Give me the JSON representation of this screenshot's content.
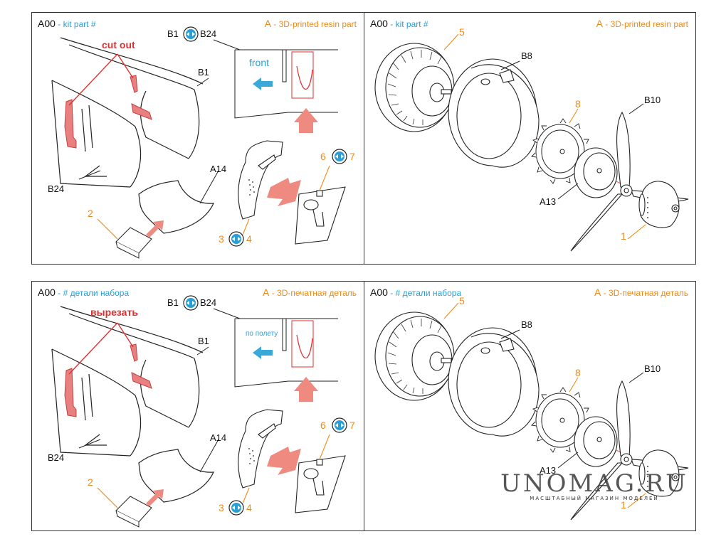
{
  "panels": [
    {
      "header_code": "A00",
      "header_kit": " - kit part #",
      "header_res_code": "A",
      "header_res": " - 3D-printed resin part",
      "cut_label": "cut out",
      "dir_label": "front",
      "labels": {
        "b1b24_left": "B1",
        "b1b24_right": "B24",
        "b1": "B1",
        "b24": "B24",
        "a14": "A14",
        "n2": "2",
        "n3": "3",
        "n4": "4",
        "n6": "6",
        "n7": "7"
      }
    },
    {
      "header_code": "A00",
      "header_kit": " - kit part #",
      "header_res_code": "A",
      "header_res": " - 3D-printed resin part",
      "labels": {
        "n5": "5",
        "b8": "B8",
        "n8": "8",
        "b10": "B10",
        "a13": "A13",
        "n1": "1"
      }
    },
    {
      "header_code": "A00",
      "header_kit": " - # детали набора",
      "header_res_code": "A",
      "header_res": " - 3D-печатная деталь",
      "cut_label": "вырезать",
      "dir_label": "по полету",
      "labels": {
        "b1b24_left": "B1",
        "b1b24_right": "B24",
        "b1": "B1",
        "b24": "B24",
        "a14": "A14",
        "n2": "2",
        "n3": "3",
        "n4": "4",
        "n6": "6",
        "n7": "7"
      }
    },
    {
      "header_code": "A00",
      "header_kit": " - # детали набора",
      "header_res_code": "A",
      "header_res": " - 3D-печатная деталь",
      "labels": {
        "n5": "5",
        "b8": "B8",
        "n8": "8",
        "b10": "B10",
        "a13": "A13",
        "n1": "1"
      }
    }
  ],
  "watermark": {
    "main": "UNOMAG.RU",
    "sub": "МАСШТАБНЫЙ МАГАЗИН МОДЕЛЕЙ"
  },
  "colors": {
    "accent_blue": "#2a9fd6",
    "accent_orange": "#f08a1a",
    "cut_red": "#e03030",
    "part_pink": "#e98080",
    "arrow_pink": "#ee8a80"
  },
  "icons": [
    "either-or-icon",
    "right-arrow-icon",
    "left-arrow-icon",
    "up-arrow-icon"
  ]
}
